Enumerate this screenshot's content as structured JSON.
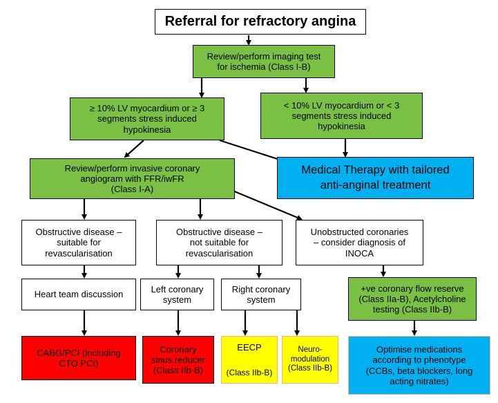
{
  "title": "Referral for refractory angina",
  "nodes": {
    "imaging": "Review/perform imaging test\nfor ischemia (Class I-B)",
    "ge10": "≥ 10% LV myocardium or ≥ 3\nsegments stress induced\nhypokinesia",
    "lt10": "< 10% LV myocardium or < 3\nsegments stress induced\nhypokinesia",
    "angiogram": "Review/perform invasive coronary\nangiogram with FFR/iwFR\n(Class I-A)",
    "medical": "Medical Therapy with tailored\nanti-anginal treatment",
    "obs_suitable": "Obstructive disease –\nsuitable for\nrevascularisation",
    "obs_not_suitable": "Obstructive disease –\nnot suitable for\nrevascularisation",
    "unobstructed": "Unobstructed coronaries\n– consider diagnosis of\nINOCA",
    "heart_team": "Heart team discussion",
    "left_coronary": "Left coronary\nsystem",
    "right_coronary": "Right coronary\nsystem",
    "cfr": "+ve coronary flow reserve\n(Class IIa-B), Acetylcholine\ntesting (Class IIb-B)",
    "cabg": "CABG/PCI (including\nCTO PCI)",
    "sinus_reducer": "Coronary\nsinus reducer\n(Class IIb-B)",
    "eecp_title": "EECP",
    "eecp_class": "(Class IIb-B)",
    "neuromod": "Neuro-\nmodulation\n(Class IIb-B)",
    "optimise": "Optimise medications\naccording to phenotype\n(CCBs, beta blockers, long\nacting nitrates)"
  },
  "colors": {
    "green": "#7ac143",
    "blue": "#00b0f0",
    "red": "#ff0000",
    "yellow": "#ffff00",
    "orange_border": "#f4b183"
  }
}
